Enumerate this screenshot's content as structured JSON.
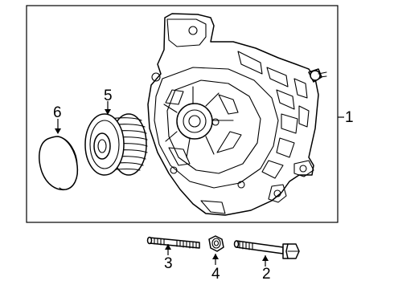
{
  "diagram": {
    "callouts": [
      {
        "id": "1",
        "label": "1"
      },
      {
        "id": "2",
        "label": "2"
      },
      {
        "id": "3",
        "label": "3"
      },
      {
        "id": "4",
        "label": "4"
      },
      {
        "id": "5",
        "label": "5"
      },
      {
        "id": "6",
        "label": "6"
      }
    ],
    "parts": [
      "alternator-assembly",
      "bolt",
      "stud",
      "nut",
      "pulley",
      "cap"
    ]
  }
}
